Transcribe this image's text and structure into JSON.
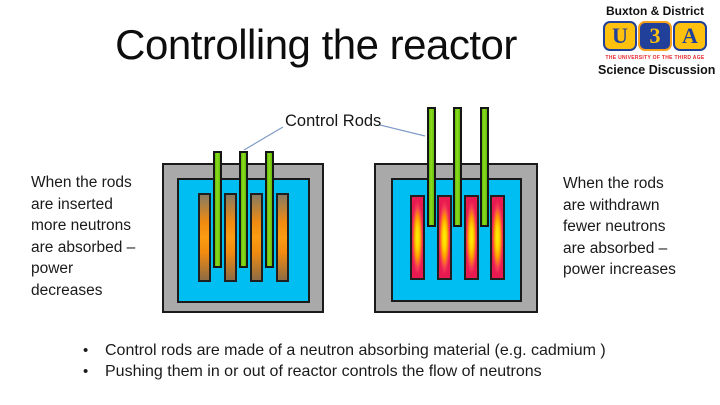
{
  "slide": {
    "title": "Controlling the reactor"
  },
  "logo": {
    "org": "Buxton & District",
    "tiles": [
      "U",
      "3",
      "A"
    ],
    "tagline": "THE UNIVERSITY OF THE THIRD AGE",
    "group": "Science Discussion",
    "colors": {
      "logo-yellow": "#FFC10E",
      "logo-blue": "#21409A",
      "logo-red": "#E8242B"
    }
  },
  "diagram": {
    "label": "Control Rods",
    "left_caption": "When the rods\nare inserted\nmore neutrons\nare absorbed –\npower\ndecreases",
    "right_caption": "When the rods\nare withdrawn\nfewer neutrons\nare absorbed –\npower increases",
    "colors": {
      "coolant": "#00BDF2",
      "vessel": "#A9A9A9",
      "rod-green": "#8BDC1E",
      "fuel-warm-center": "#FB9D12",
      "fuel-hot-center": "#FFF000",
      "fuel-hot-edge": "#E91A50",
      "leader": "#7F9AC8"
    }
  },
  "bullets": [
    "Control rods are made of a neutron absorbing material (e.g. cadmium )",
    "Pushing them in or out of reactor controls the flow of neutrons"
  ]
}
